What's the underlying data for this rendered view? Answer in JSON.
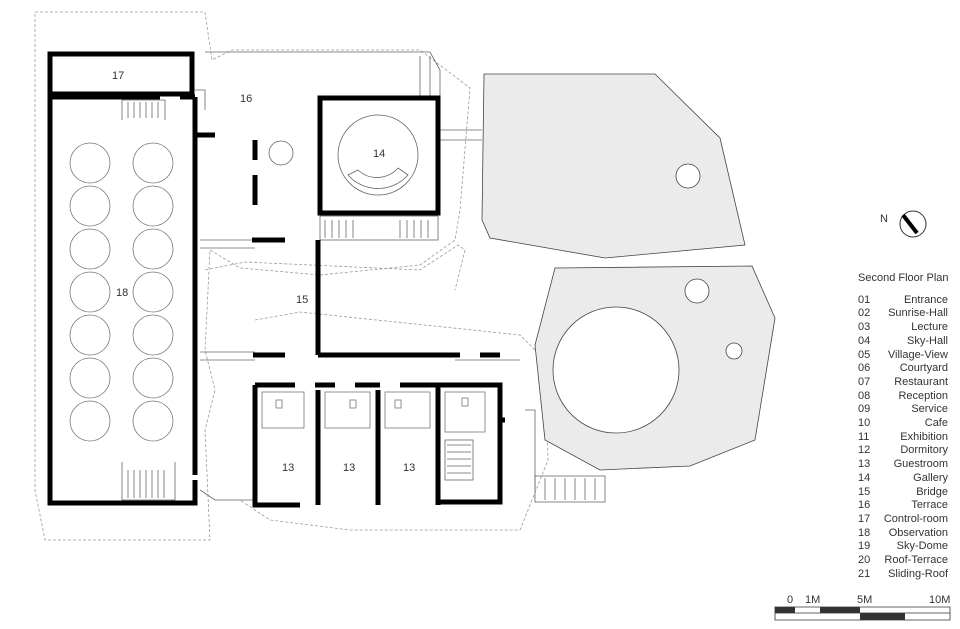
{
  "plan": {
    "title": "Second Floor Plan",
    "room_labels": {
      "r17": "17",
      "r16": "16",
      "r14": "14",
      "r18": "18",
      "r15": "15",
      "r13a": "13",
      "r13b": "13",
      "r13c": "13"
    },
    "legend": [
      {
        "num": "01",
        "name": "Entrance"
      },
      {
        "num": "02",
        "name": "Sunrise-Hall"
      },
      {
        "num": "03",
        "name": "Lecture"
      },
      {
        "num": "04",
        "name": "Sky-Hall"
      },
      {
        "num": "05",
        "name": "Village-View"
      },
      {
        "num": "06",
        "name": "Courtyard"
      },
      {
        "num": "07",
        "name": "Restaurant"
      },
      {
        "num": "08",
        "name": "Reception"
      },
      {
        "num": "09",
        "name": "Service"
      },
      {
        "num": "10",
        "name": "Cafe"
      },
      {
        "num": "11",
        "name": "Exhibition"
      },
      {
        "num": "12",
        "name": "Dormitory"
      },
      {
        "num": "13",
        "name": "Guestroom"
      },
      {
        "num": "14",
        "name": "Gallery"
      },
      {
        "num": "15",
        "name": "Bridge"
      },
      {
        "num": "16",
        "name": "Terrace"
      },
      {
        "num": "17",
        "name": "Control-room"
      },
      {
        "num": "18",
        "name": "Observation"
      },
      {
        "num": "19",
        "name": "Sky-Dome"
      },
      {
        "num": "20",
        "name": "Roof-Terrace"
      },
      {
        "num": "21",
        "name": "Sliding-Roof"
      }
    ],
    "north_label": "N",
    "scale_labels": {
      "s0": "0",
      "s1": "1M",
      "s5": "5M",
      "s10": "10M"
    },
    "colors": {
      "wall": "#000000",
      "outline": "#9a9a9a",
      "roof_fill": "#ebebeb",
      "line": "#666666"
    }
  }
}
